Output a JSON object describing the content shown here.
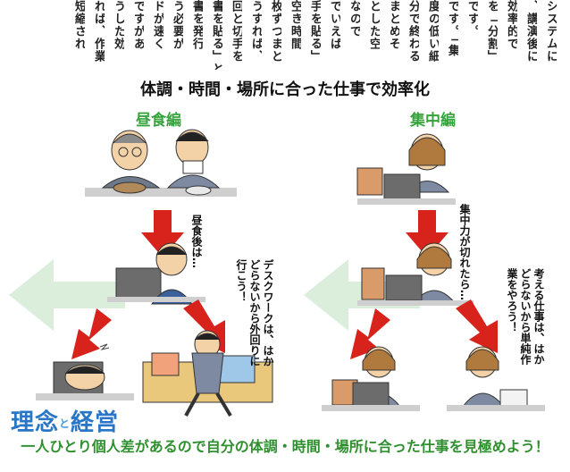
{
  "top_text_columns": [
    "システムに",
    "、講演後に",
    "効率的で",
    "を「分割」",
    "です。",
    "です。「集",
    "度の低い細",
    "分で終わる",
    "まとめそ",
    "とした空",
    "なので",
    "でいえば",
    "手を貼る」",
    "空き時間",
    "枚ずつまと",
    "うすれば、",
    "回と切手を",
    "書を貼る」と",
    "書を発行",
    "う必要が",
    "ドが速く",
    "ですがあ",
    "うした効",
    "れば、作業",
    "短縮され"
  ],
  "main_title": "体調・時間・場所に合った仕事で効率化",
  "left_section": {
    "heading": "昼食編",
    "label_after_lunch": "昼食後は…",
    "label_deskwork": "デスクワークは、はかどらないから外回りに行こう！"
  },
  "right_section": {
    "heading": "集中編",
    "label_focus_lost": "集中力が切れたら…",
    "label_thinking": "考える仕事は、はかどらないから単純作業をやろう！"
  },
  "footer_text": "一人ひとり個人差があるので自分の体調・時間・場所に合った仕事を見極めよう！",
  "logo": {
    "part1": "理念",
    "mid": "と",
    "part2": "経営"
  },
  "colors": {
    "arrow": "#d8231d",
    "green": "#37a33c",
    "logo": "#2a76c6"
  }
}
